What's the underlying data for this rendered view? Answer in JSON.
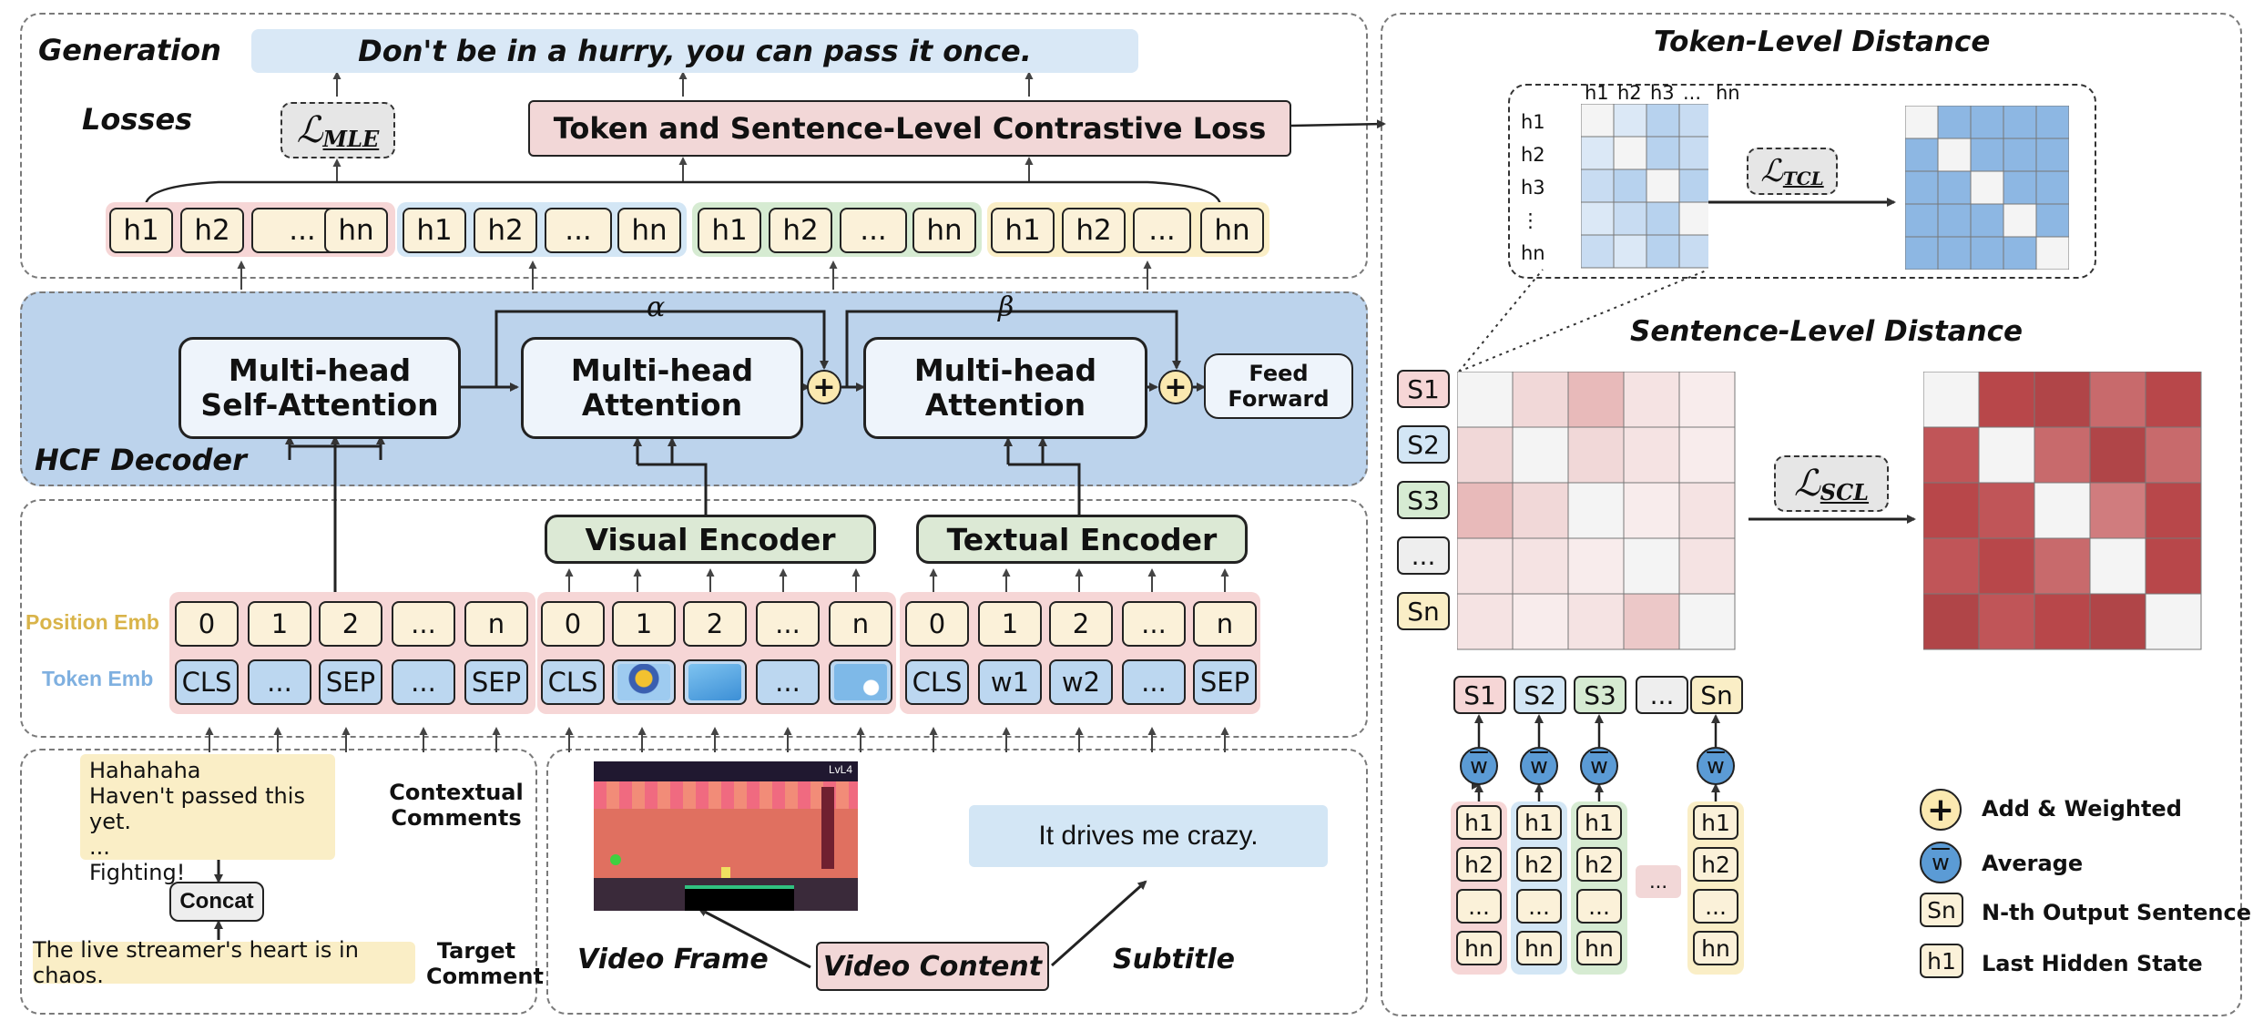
{
  "generation": {
    "label": "Generation",
    "sentence": "Don't be in a hurry, you can pass it once."
  },
  "losses": {
    "label": "Losses",
    "mle": "ℒ",
    "mle_sub": "MLE",
    "contrastive": "Token and Sentence-Level Contrastive Loss"
  },
  "hidden": {
    "h1": "h1",
    "h2": "h2",
    "dots": "...",
    "hn": "hn"
  },
  "decoder": {
    "label": "HCF Decoder",
    "self_attention": "Multi-head\nSelf-Attention",
    "attention1": "Multi-head\nAttention",
    "attention2": "Multi-head\nAttention",
    "feed_forward": "Feed\nForward",
    "alpha": "α",
    "beta": "β"
  },
  "encoders": {
    "visual": "Visual Encoder",
    "textual": "Textual Encoder"
  },
  "embeddings": {
    "position_label": "Position Emb",
    "token_label": "Token Emb",
    "position_color": "#d9b44a",
    "token_color": "#7fb0e0",
    "comment_positions": [
      "0",
      "1",
      "2",
      "...",
      "n"
    ],
    "comment_tokens": [
      "CLS",
      "...",
      "SEP",
      "...",
      "SEP"
    ],
    "visual_positions": [
      "0",
      "1",
      "2",
      "...",
      "n"
    ],
    "visual_tokens": [
      "CLS",
      "character-image",
      "sky-image",
      "...",
      "sky2-image"
    ],
    "text_positions": [
      "0",
      "1",
      "2",
      "...",
      "n"
    ],
    "text_tokens": [
      "CLS",
      "w1",
      "w2",
      "...",
      "SEP"
    ]
  },
  "inputs": {
    "contextual_comments": [
      "Hahahaha",
      "Haven't passed this yet.",
      "...",
      "Fighting!"
    ],
    "contextual_label": "Contextual\nComments",
    "concat": "Concat",
    "target_comment": "The live streamer's heart is in chaos.",
    "target_label": "Target\nComment",
    "video_frame_label": "Video Frame",
    "video_content": "Video Content",
    "subtitle_label": "Subtitle",
    "subtitle_text": "It drives me crazy.",
    "frame_text_top": "LvL4"
  },
  "right": {
    "token_level_title": "Token-Level Distance",
    "sentence_level_title": "Sentence-Level Distance",
    "tcl": "ℒ",
    "tcl_sub": "TCL",
    "scl": "ℒ",
    "scl_sub": "SCL",
    "token_cols": [
      "h1",
      "h2",
      "h3",
      "...",
      "hn"
    ],
    "token_rows": [
      "h1",
      "h2",
      "h3",
      "⋮",
      "hn"
    ],
    "sent_rows": [
      "S1",
      "S2",
      "S3",
      "...",
      "Sn"
    ],
    "sent_cols": [
      "S1",
      "S2",
      "S3",
      "...",
      "Sn"
    ],
    "avg_symbol": "w",
    "stack_labels": [
      "h1",
      "h2",
      "...",
      "hn"
    ],
    "mid_dots": "..."
  },
  "legend": {
    "add": "Add & Weighted",
    "average": "Average",
    "nth": "N-th Output Sentence",
    "last_hidden": "Last Hidden State",
    "plus_symbol": "+",
    "avg_symbol": "w",
    "sn_symbol": "Sn",
    "h1_symbol": "h1"
  },
  "colors": {
    "decoder_bg": "#bcd3ec",
    "pink_group": "#f6d6d6",
    "blue_group": "#d3e6f5",
    "green_group": "#d6ebd2",
    "yellow_group": "#faeec6",
    "generation_bg": "#d9e8f6",
    "contrastive_bg": "#f2d7d7",
    "heat_dark": "#b8474a",
    "token_blue": "#8db7e3"
  }
}
